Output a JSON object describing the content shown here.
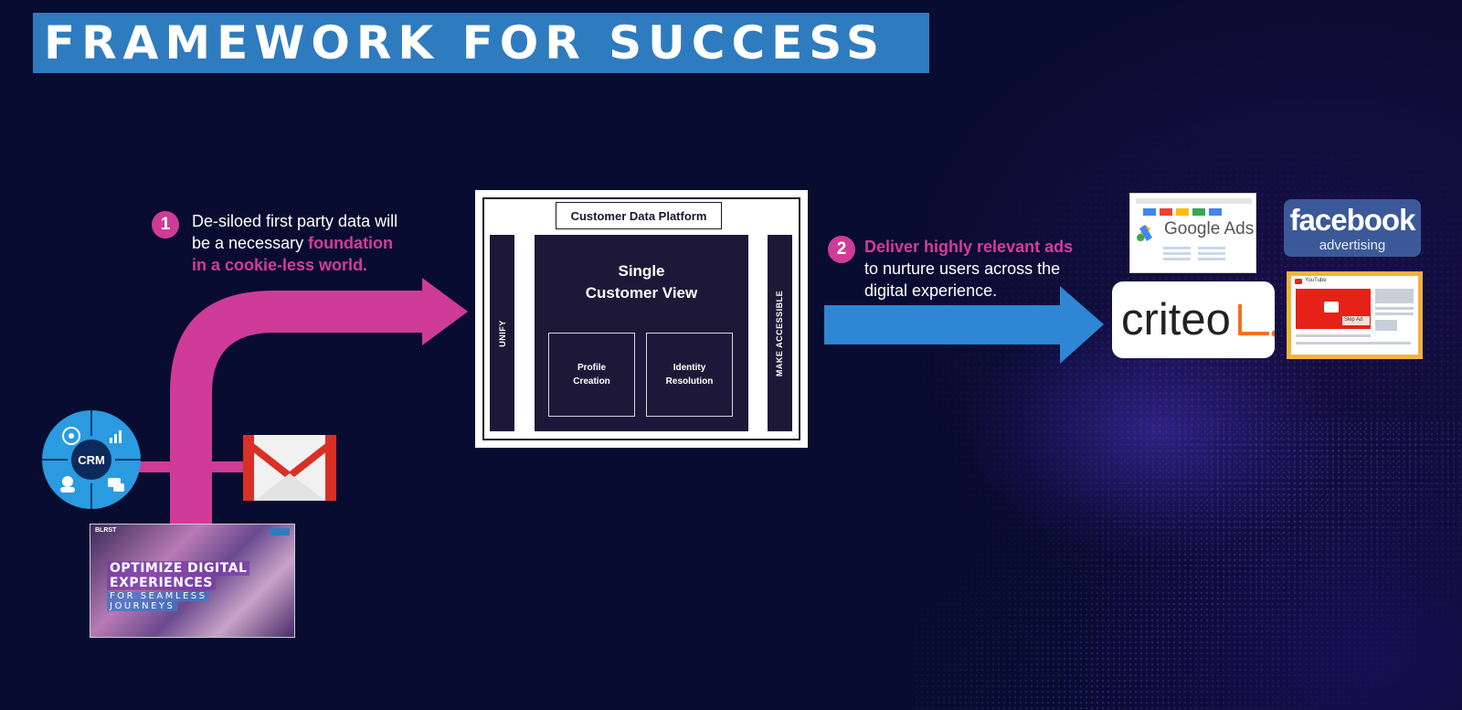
{
  "title": "FRAMEWORK FOR SUCCESS",
  "step1": {
    "number": "1",
    "line1": "De-siloed first party data will",
    "line2_plain": "be a necessary ",
    "line2_highlight": "foundation",
    "line3_highlight": "in a cookie-less world."
  },
  "step2": {
    "number": "2",
    "line1_highlight": "Deliver highly relevant ads",
    "line2": "to nurture users across the",
    "line3": "digital experience."
  },
  "cdp": {
    "label": "Customer Data Platform",
    "left_bar": "UNIFY",
    "right_bar": "MAKE ACCESSIBLE",
    "center_title_line1": "Single",
    "center_title_line2": "Customer View",
    "box1_line1": "Profile",
    "box1_line2": "Creation",
    "box2_line1": "Identity",
    "box2_line2": "Resolution"
  },
  "sources": {
    "crm_label": "CRM",
    "website": {
      "brand": "BLRST",
      "headline_line1": "OPTIMIZE DIGITAL",
      "headline_line2": "EXPERIENCES",
      "sub_line1": "FOR SEAMLESS",
      "sub_line2": "JOURNEYS"
    }
  },
  "channels": {
    "google_ads": "Google Ads",
    "facebook_word": "facebook",
    "facebook_sub": "advertising",
    "criteo": "criteo",
    "youtube_brand": "YouTube",
    "youtube_skip": "Skip Ad"
  },
  "colors": {
    "background": "#080c30",
    "title_bar": "#2f7bbf",
    "pink": "#cf3b98",
    "blue_arrow": "#2f86d4"
  }
}
